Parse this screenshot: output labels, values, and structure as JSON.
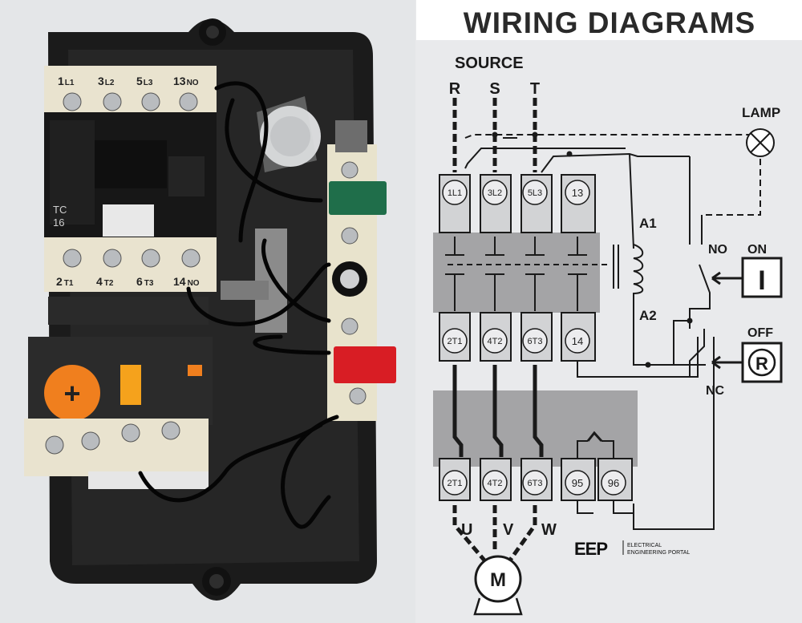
{
  "photo": {
    "top_terminals": [
      {
        "num": "1",
        "sub": "L1"
      },
      {
        "num": "3",
        "sub": "L2"
      },
      {
        "num": "5",
        "sub": "L3"
      },
      {
        "num": "13",
        "sub": "NO"
      }
    ],
    "bottom_terminals": [
      {
        "num": "2",
        "sub": "T1"
      },
      {
        "num": "4",
        "sub": "T2"
      },
      {
        "num": "6",
        "sub": "T3"
      },
      {
        "num": "14",
        "sub": "NO"
      }
    ],
    "contactor_model_line1": "TC",
    "contactor_model_line2": "16"
  },
  "diagram": {
    "title": "WIRING DIAGRAMS",
    "source_label": "SOURCE",
    "phases": [
      "R",
      "S",
      "T"
    ],
    "lamp_label": "LAMP",
    "coil_a1": "A1",
    "coil_a2": "A2",
    "no_label": "NO",
    "nc_label": "NC",
    "on_label": "ON",
    "off_label": "OFF",
    "on_symbol": "I",
    "off_symbol": "R",
    "contactor_top": [
      "1L1",
      "3L2",
      "5L3",
      "13"
    ],
    "contactor_bottom": [
      "2T1",
      "4T2",
      "6T3",
      "14"
    ],
    "overload_bottom": [
      "2T1",
      "4T2",
      "6T3",
      "95",
      "96"
    ],
    "outputs": [
      "U",
      "V",
      "W"
    ],
    "motor_label": "M",
    "logo_text": "EEP",
    "logo_sub_line1": "ELECTRICAL",
    "logo_sub_line2": "ENGINEERING PORTAL"
  }
}
